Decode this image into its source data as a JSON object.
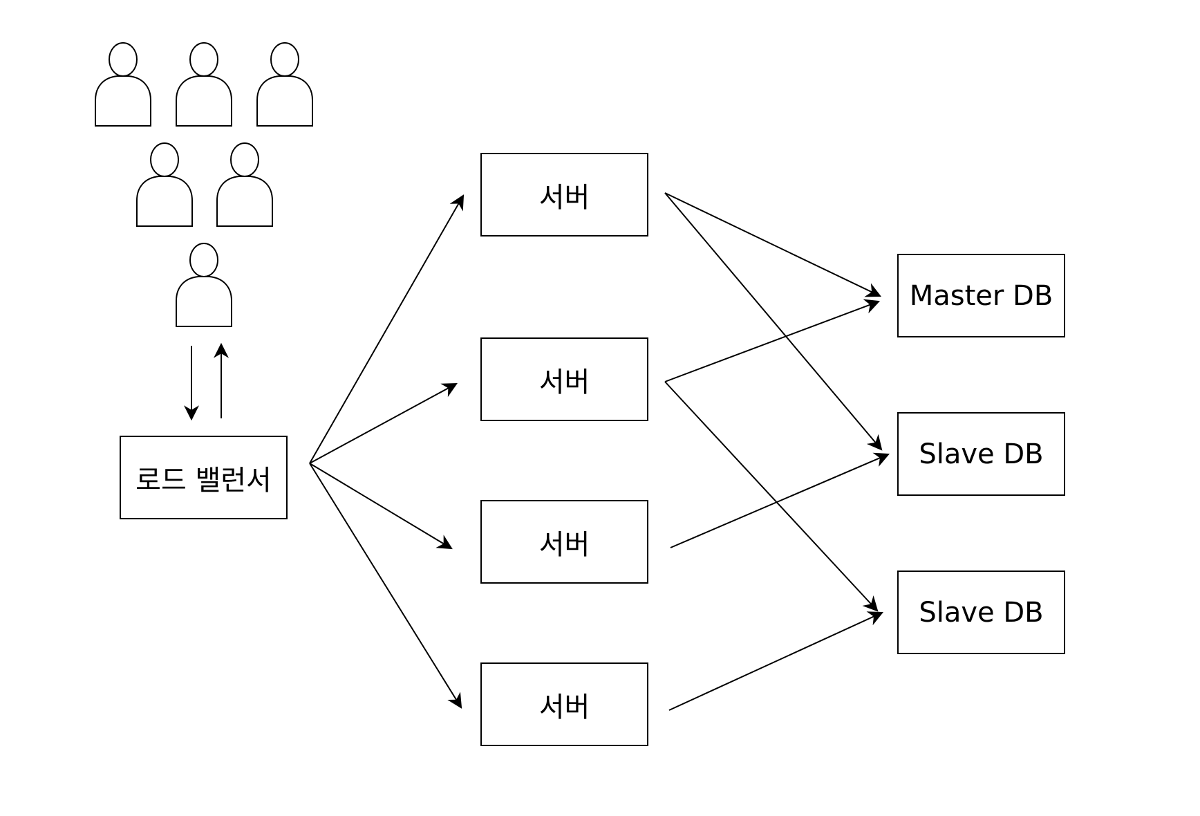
{
  "diagram": {
    "users": [
      "user-icon",
      "user-icon",
      "user-icon",
      "user-icon",
      "user-icon",
      "user-icon"
    ],
    "load_balancer": {
      "label": "로드 밸런서"
    },
    "servers": [
      {
        "label": "서버"
      },
      {
        "label": "서버"
      },
      {
        "label": "서버"
      },
      {
        "label": "서버"
      }
    ],
    "databases": [
      {
        "label": "Master DB"
      },
      {
        "label": "Slave DB"
      },
      {
        "label": "Slave DB"
      }
    ],
    "colors": {
      "stroke": "#000000",
      "background": "#ffffff"
    }
  }
}
